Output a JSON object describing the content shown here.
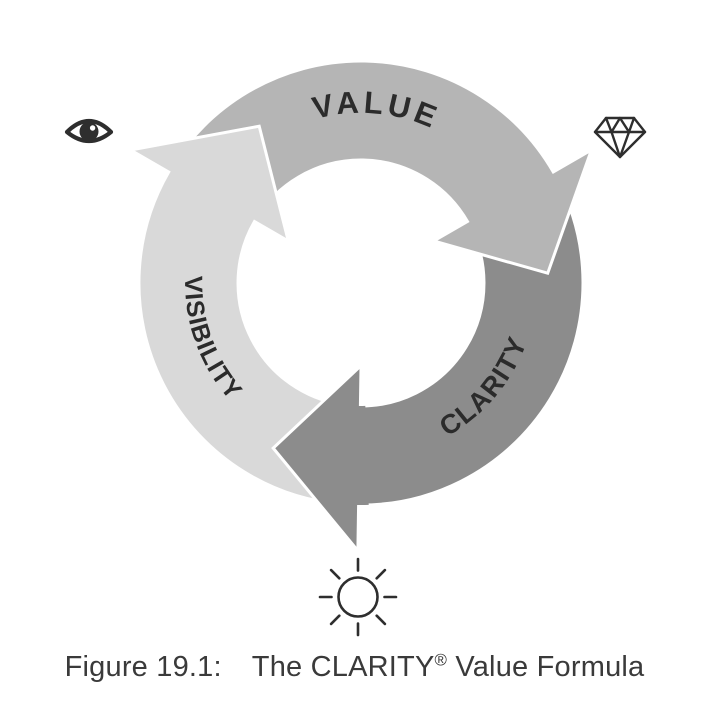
{
  "figure": {
    "arrows": [
      {
        "label": "VALUE",
        "color": "#b5b5b5"
      },
      {
        "label": "CLARITY",
        "color": "#8c8c8c"
      },
      {
        "label": "VISIBILITY",
        "color": "#d9d9d9"
      }
    ],
    "label_color": "#2b2b2b",
    "icon_color": "#2e2e2e",
    "icons": [
      {
        "name": "eye-icon"
      },
      {
        "name": "diamond-icon"
      },
      {
        "name": "sun-icon"
      }
    ]
  },
  "caption": {
    "figure_number": "Figure 19.1:",
    "title_before_reg": "The CLARITY",
    "registered_mark": "®",
    "title_after_reg": " Value Formula"
  }
}
